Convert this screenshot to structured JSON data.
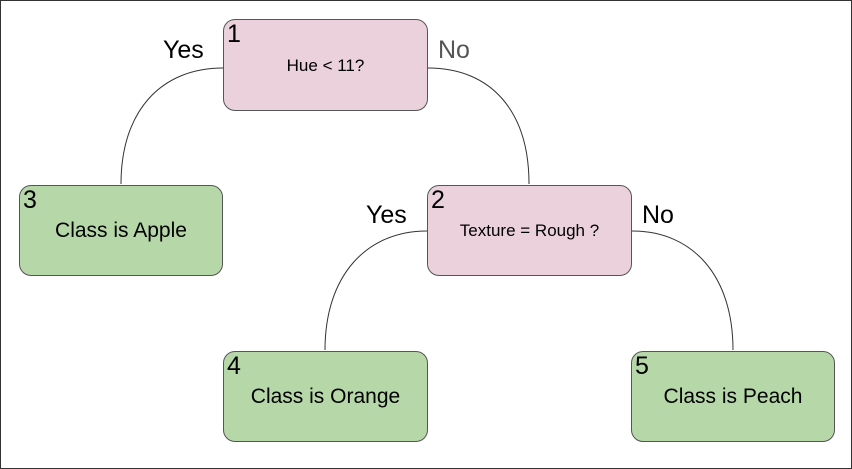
{
  "nodes": {
    "n1": {
      "number": "1",
      "label": "Hue < 11?"
    },
    "n2": {
      "number": "2",
      "label": "Texture = Rough ?"
    },
    "n3": {
      "number": "3",
      "label": "Class is Apple"
    },
    "n4": {
      "number": "4",
      "label": "Class is Orange"
    },
    "n5": {
      "number": "5",
      "label": "Class is Peach"
    }
  },
  "edges": {
    "e13": {
      "label": "Yes"
    },
    "e12": {
      "label": "No"
    },
    "e24": {
      "label": "Yes"
    },
    "e25": {
      "label": "No"
    }
  },
  "colors": {
    "decision_fill": "#ead1dc",
    "leaf_fill": "#b6d7a8",
    "edge_stroke": "#333333"
  }
}
